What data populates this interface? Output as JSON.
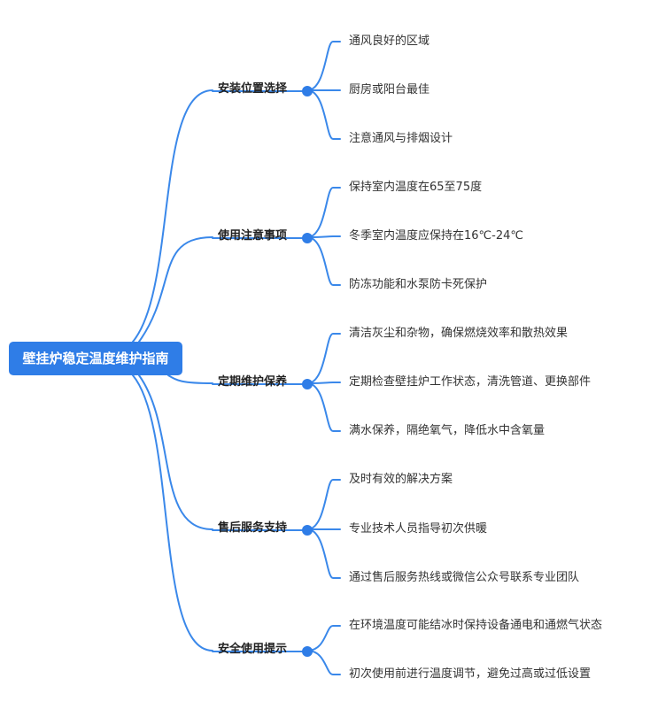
{
  "root": {
    "title": "壁挂炉稳定温度维护指南"
  },
  "colors": {
    "line": "#3a88ea",
    "node": "#2f7de7",
    "root_bg": "#2f7de7",
    "root_text": "#ffffff"
  },
  "branches": [
    {
      "label": "安装位置选择",
      "leaves": [
        "通风良好的区域",
        "厨房或阳台最佳",
        "注意通风与排烟设计"
      ]
    },
    {
      "label": "使用注意事项",
      "leaves": [
        "保持室内温度在65至75度",
        "冬季室内温度应保持在16℃-24℃",
        "防冻功能和水泵防卡死保护"
      ]
    },
    {
      "label": "定期维护保养",
      "leaves": [
        "清洁灰尘和杂物，确保燃烧效率和散热效果",
        "定期检查壁挂炉工作状态，清洗管道、更换部件",
        "满水保养，隔绝氧气，降低水中含氧量"
      ]
    },
    {
      "label": "售后服务支持",
      "leaves": [
        "及时有效的解决方案",
        "专业技术人员指导初次供暖",
        "通过售后服务热线或微信公众号联系专业团队"
      ]
    },
    {
      "label": "安全使用提示",
      "leaves": [
        "在环境温度可能结冰时保持设备通电和通燃气状态",
        "初次使用前进行温度调节，避免过高或过低设置"
      ]
    }
  ]
}
